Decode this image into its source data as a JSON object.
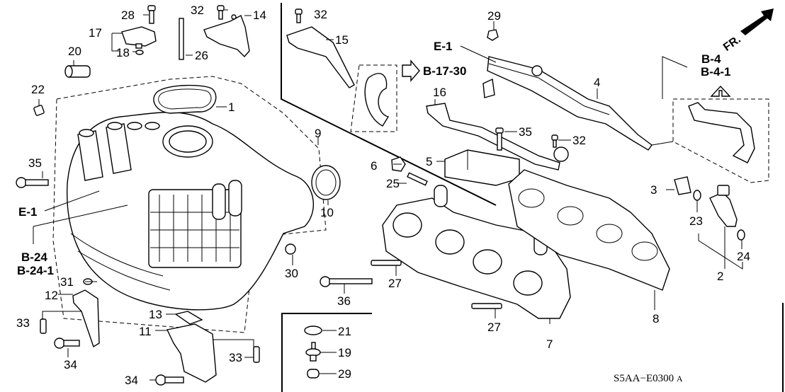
{
  "diagram": {
    "title_code": "S5AA−E0300",
    "title_suffix": "A",
    "front_indicator": "FR.",
    "callouts": {
      "p1": "1",
      "p2": "2",
      "p3": "3",
      "p4": "4",
      "p5": "5",
      "p6": "6",
      "p7": "7",
      "p8": "8",
      "p9": "9",
      "p10": "10",
      "p11": "11",
      "p12": "12",
      "p13": "13",
      "p14": "14",
      "p15": "15",
      "p16": "16",
      "p17": "17",
      "p18": "18",
      "p19": "19",
      "p20": "20",
      "p21": "21",
      "p22": "22",
      "p23": "23",
      "p24": "24",
      "p25": "25",
      "p26": "26",
      "p27a": "27",
      "p27b": "27",
      "p28": "28",
      "p29a": "29",
      "p29b": "29",
      "p30": "30",
      "p31": "31",
      "p32a": "32",
      "p32b": "32",
      "p32c": "32",
      "p33a": "33",
      "p33b": "33",
      "p34a": "34",
      "p34b": "34",
      "p35a": "35",
      "p35b": "35",
      "p36": "36"
    },
    "references": {
      "e1_left": "E-1",
      "e1_top": "E-1",
      "b17_30": "B-17-30",
      "b4": "B-4",
      "b4_1": "B-4-1",
      "b24": "B-24",
      "b24_1": "B-24-1"
    }
  }
}
